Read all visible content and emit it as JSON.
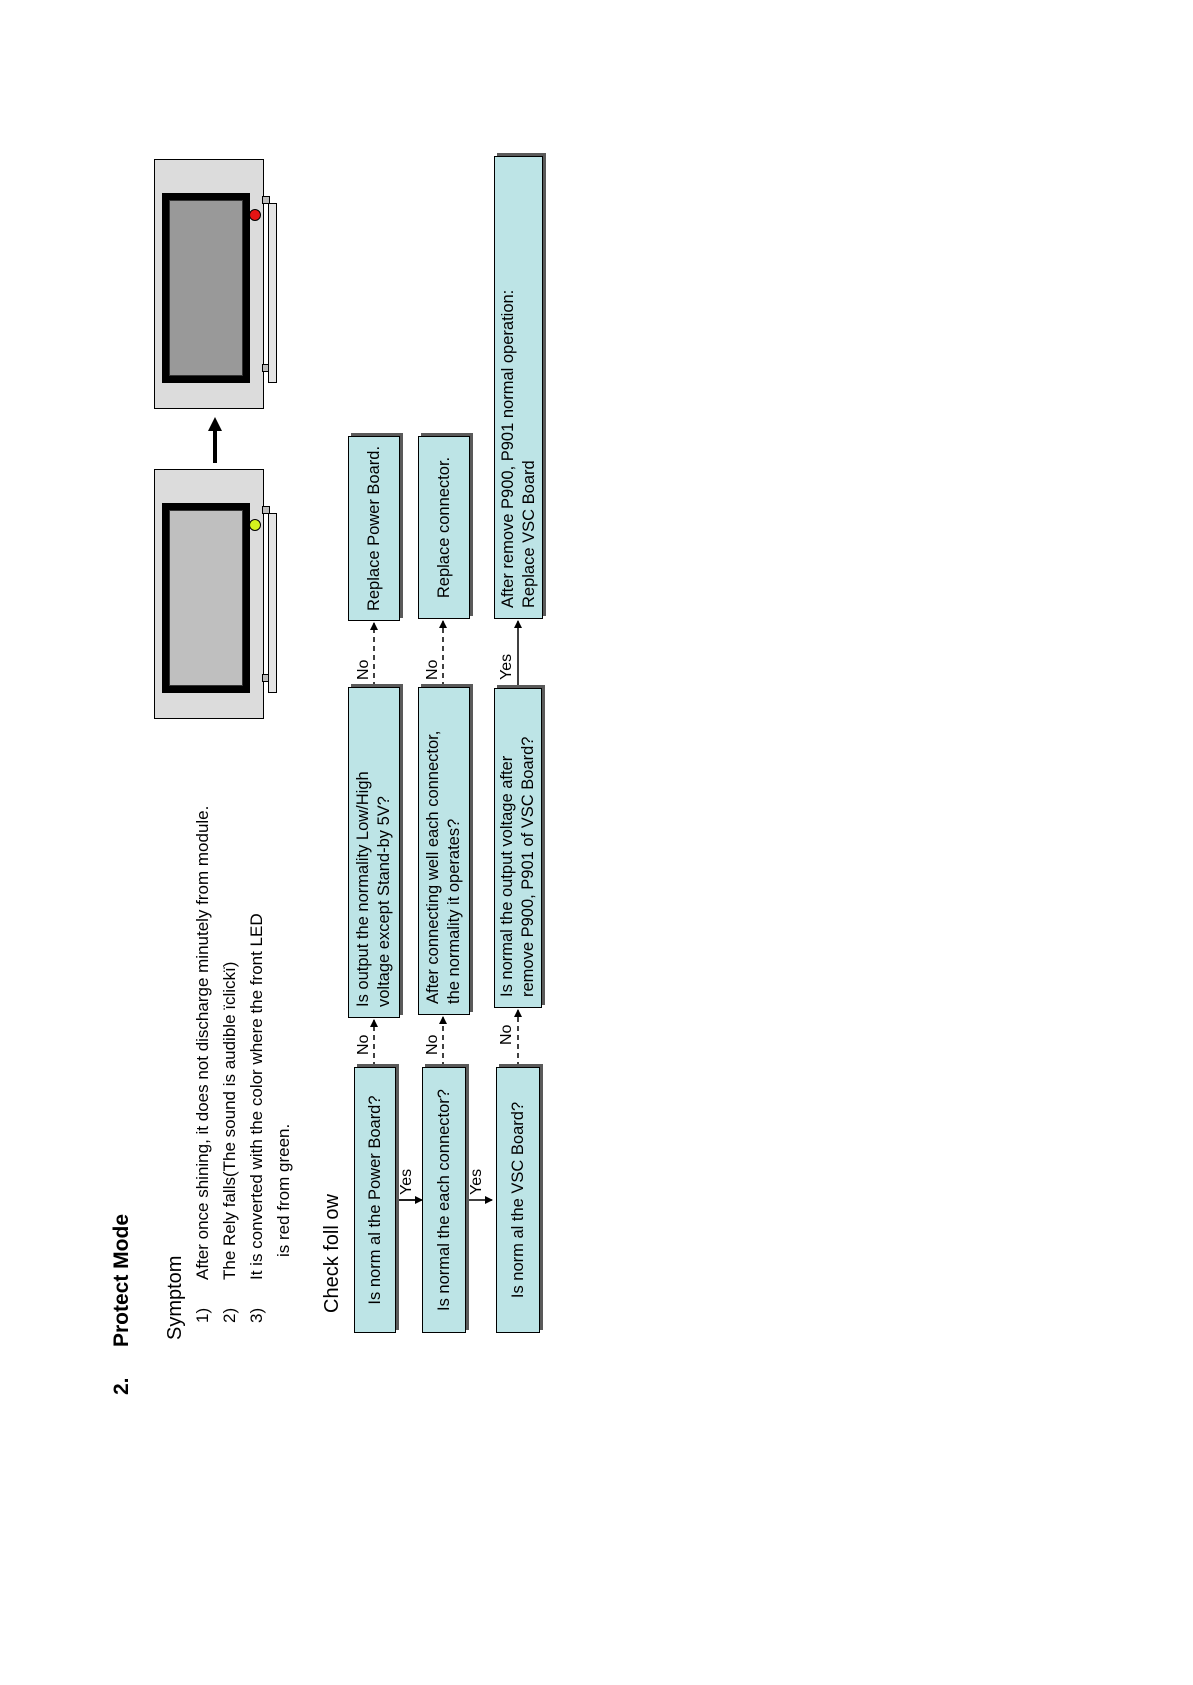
{
  "header": {
    "number": "2.",
    "title": "Protect  Mode"
  },
  "symptom": {
    "heading": "Symptom",
    "items": [
      {
        "num": "1)",
        "text": "After once shining, it does not discharge minutely from module."
      },
      {
        "num": "2)",
        "text": "The Rely falls(The sound is audible ïclickï)"
      },
      {
        "num": "3)",
        "text": "It is converted with the color where the front LED"
      }
    ],
    "item3_cont": "is red from green."
  },
  "check": {
    "heading": "Check foll  ow"
  },
  "flow": {
    "q_power": "Is norm al the Power Board?",
    "q_connector": "Is normal the each connector?",
    "q_vsc": "Is norm al the VSC Board?",
    "q_output": "Is output the normality Low/High\nvoltage except Stand-by 5V?",
    "q_connecting": "After connecting well each connector,\nthe normality it operates?",
    "q_normal_output": "Is normal the output voltage after\nremove P900, P901 of VSC Board?",
    "a_power": "Replace Power Board.",
    "a_connector": "Replace connector.",
    "a_vsc": "After remove P900, P901 normal operation:\nReplace VSC Board",
    "yes": "Yes",
    "no": "No"
  },
  "colors": {
    "box_fill": "#bde4e6",
    "led_green": "#d4f21e",
    "led_red": "#e61414",
    "screen_normal": "#bfbfbf",
    "screen_protect": "#999999"
  },
  "icons": [
    "tv-green-led-icon",
    "arrow-icon",
    "tv-red-led-icon"
  ]
}
